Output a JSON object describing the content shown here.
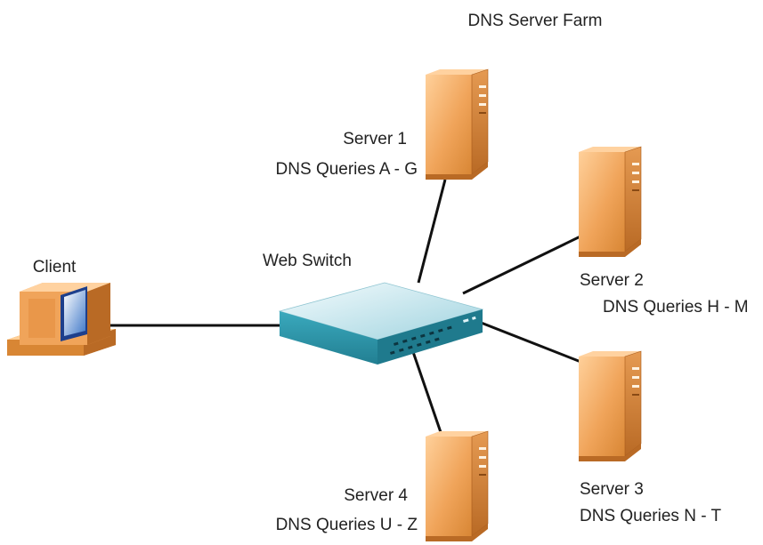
{
  "title": "DNS Server Farm",
  "client": {
    "label": "Client",
    "icon": "desktop-computer-icon"
  },
  "switch": {
    "label": "Web Switch",
    "icon": "network-switch-icon"
  },
  "servers": [
    {
      "name": "Server 1",
      "queries": "DNS Queries A - G",
      "icon": "server-tower-icon"
    },
    {
      "name": "Server 2",
      "queries": "DNS Queries H - M",
      "icon": "server-tower-icon"
    },
    {
      "name": "Server 3",
      "queries": "DNS Queries N - T",
      "icon": "server-tower-icon"
    },
    {
      "name": "Server 4",
      "queries": "DNS Queries U - Z",
      "icon": "server-tower-icon"
    }
  ],
  "colors": {
    "server_front": "#f0a45a",
    "server_side": "#c97a33",
    "server_top": "#ffd2a0",
    "switch_top": "#bfe4ec",
    "switch_front": "#2f98ac",
    "switch_side": "#1f7a8d",
    "link_line": "#111111"
  }
}
